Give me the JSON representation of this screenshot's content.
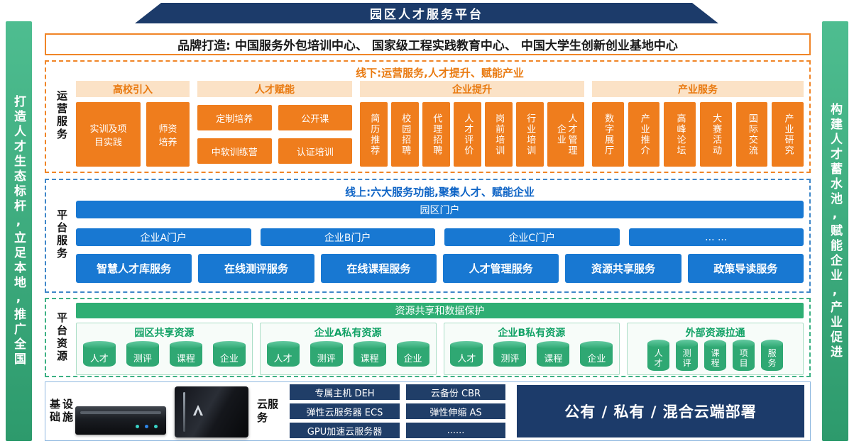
{
  "colors": {
    "navy": "#1c3b6a",
    "green_banner": "#3aae7f",
    "orange": "#ef7d1d",
    "blue": "#1878d2",
    "green": "#2fa873"
  },
  "header": {
    "title": "园区人才服务平台"
  },
  "side_banners": {
    "left": "打造人才生态标杆,立足本地,推广全国",
    "right": "构建人才蓄水池,赋能企业,产业促进"
  },
  "brand": {
    "label": "品牌打造:",
    "content": "中国服务外包培训中心、 国家级工程实践教育中心、 中国大学生创新创业基地中心"
  },
  "operation": {
    "side_label": "运营服务",
    "title": "线下:运营服务,人才提升、赋能产业",
    "groups": [
      {
        "title": "高校引入",
        "items": [
          "实训及项目实践",
          "师资培养"
        ]
      },
      {
        "title": "人才赋能",
        "items": [
          "定制培养",
          "公开课",
          "中软训练营",
          "认证培训"
        ]
      },
      {
        "title": "企业提升",
        "items": [
          "简历推荐",
          "校园招聘",
          "代理招聘",
          "人才评价",
          "岗前培训",
          "行业培训",
          "企业\n人才管理"
        ]
      },
      {
        "title": "产业服务",
        "items": [
          "数字展厅",
          "产业推介",
          "高峰论坛",
          "大赛活动",
          "国际交流",
          "产业研究"
        ]
      }
    ]
  },
  "platform": {
    "side_label": "平台服务",
    "title": "线上:六大服务功能,聚集人才、赋能企业",
    "park_portal": "园区门户",
    "portals": [
      "企业A门户",
      "企业B门户",
      "企业C门户",
      "... ..."
    ],
    "services": [
      "智慧人才库服务",
      "在线测评服务",
      "在线课程服务",
      "人才管理服务",
      "资源共享服务",
      "政策导读服务"
    ]
  },
  "resources": {
    "side_label": "平台资源",
    "banner": "资源共享和数据保护",
    "groups": [
      {
        "title": "园区共享资源",
        "items": [
          "人才",
          "测评",
          "课程",
          "企业"
        ]
      },
      {
        "title": "企业A私有资源",
        "items": [
          "人才",
          "测评",
          "课程",
          "企业"
        ]
      },
      {
        "title": "企业B私有资源",
        "items": [
          "人才",
          "测评",
          "课程",
          "企业"
        ]
      },
      {
        "title": "外部资源拉通",
        "items": [
          "人才",
          "测评",
          "课程",
          "项目",
          "服务"
        ]
      }
    ]
  },
  "infrastructure": {
    "side_label": "基础\n设施",
    "cloud_label": "云服务",
    "icons": [
      "rack-server-image",
      "tower-server-image"
    ],
    "cloud_services": [
      "专属主机 DEH",
      "云备份 CBR",
      "弹性云服务器 ECS",
      "弹性伸缩 AS",
      "GPU加速云服务器",
      "......"
    ],
    "deployment": "公有 / 私有 / 混合云端部署"
  }
}
